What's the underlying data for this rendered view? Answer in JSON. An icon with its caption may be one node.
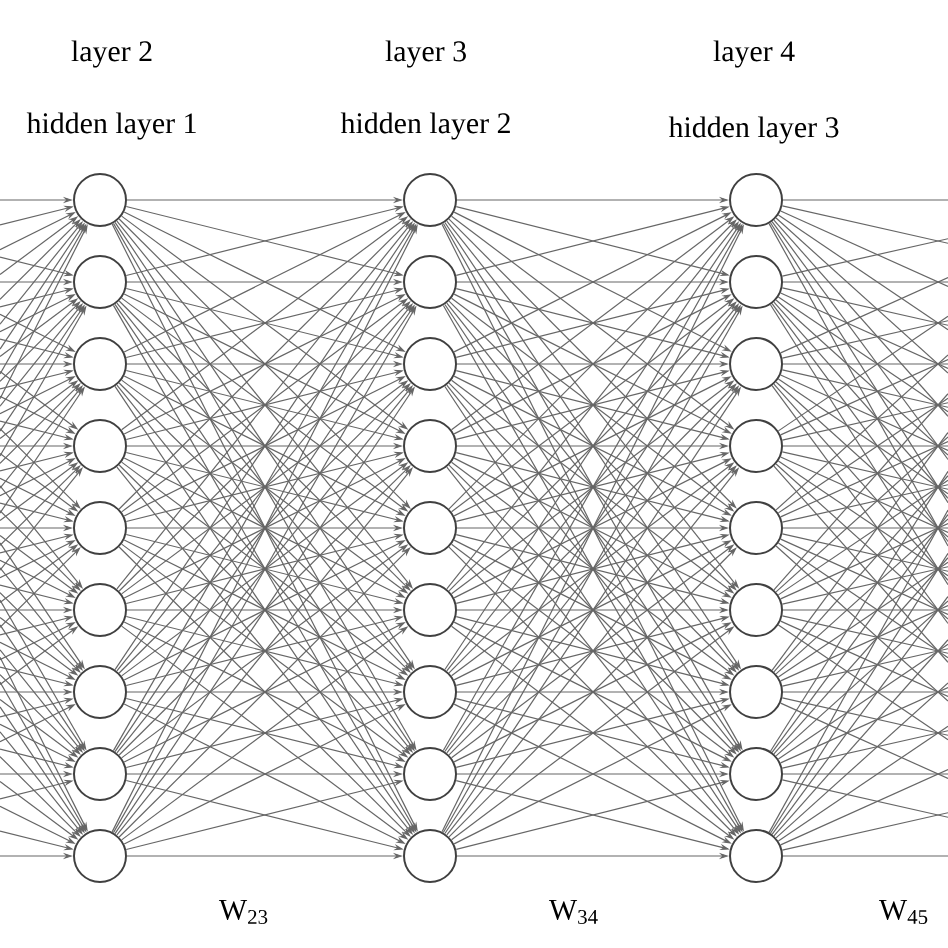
{
  "diagram": {
    "nodes": [
      {
        "text": [],
        "shape": "circle"
      },
      {
        "text": [],
        "shape": "circle"
      },
      {
        "text": [],
        "shape": "circle"
      },
      {
        "text": [],
        "shape": "circle"
      },
      {
        "text": [],
        "shape": "circle"
      },
      {
        "text": [],
        "shape": "circle"
      },
      {
        "text": [],
        "shape": "circle"
      },
      {
        "text": [],
        "shape": "circle"
      },
      {
        "text": [],
        "shape": "circle"
      },
      {
        "text": [],
        "shape": "circle"
      },
      {
        "text": [],
        "shape": "circle"
      },
      {
        "text": [],
        "shape": "circle"
      },
      {
        "text": [],
        "shape": "circle"
      },
      {
        "text": [],
        "shape": "circle"
      },
      {
        "text": [],
        "shape": "circle"
      },
      {
        "text": [],
        "shape": "circle"
      },
      {
        "text": [],
        "shape": "circle"
      },
      {
        "text": [],
        "shape": "circle"
      },
      {
        "text": [],
        "shape": "circle"
      },
      {
        "text": [],
        "shape": "circle"
      },
      {
        "text": [],
        "shape": "circle"
      },
      {
        "text": [],
        "shape": "circle"
      },
      {
        "text": [],
        "shape": "circle"
      },
      {
        "text": [],
        "shape": "circle"
      },
      {
        "text": [],
        "shape": "circle"
      },
      {
        "text": [],
        "shape": "circle"
      },
      {
        "text": [],
        "shape": "circle"
      }
    ],
    "edges": [
      {
        "from": null,
        "to": 0,
        "arrow": "to"
      },
      {
        "from": null,
        "to": 0,
        "arrow": "to"
      },
      {
        "from": null,
        "to": 0,
        "arrow": "to"
      },
      {
        "from": null,
        "to": 0,
        "arrow": "to"
      },
      {
        "from": null,
        "to": 0,
        "arrow": "to"
      },
      {
        "from": null,
        "to": 0,
        "arrow": "to"
      },
      {
        "from": null,
        "to": 0,
        "arrow": "to"
      },
      {
        "from": null,
        "to": 0,
        "arrow": "to"
      },
      {
        "from": null,
        "to": 0,
        "arrow": "to"
      },
      {
        "from": null,
        "to": 1,
        "arrow": "to"
      },
      {
        "from": null,
        "to": 1,
        "arrow": "to"
      },
      {
        "from": null,
        "to": 1,
        "arrow": "to"
      },
      {
        "from": null,
        "to": 1,
        "arrow": "to"
      },
      {
        "from": null,
        "to": 1,
        "arrow": "to"
      },
      {
        "from": null,
        "to": 1,
        "arrow": "to"
      },
      {
        "from": null,
        "to": 1,
        "arrow": "to"
      },
      {
        "from": null,
        "to": 1,
        "arrow": "to"
      },
      {
        "from": null,
        "to": 1,
        "arrow": "to"
      },
      {
        "from": null,
        "to": 2,
        "arrow": "to"
      },
      {
        "from": null,
        "to": 2,
        "arrow": "to"
      },
      {
        "from": null,
        "to": 2,
        "arrow": "to"
      },
      {
        "from": null,
        "to": 2,
        "arrow": "to"
      },
      {
        "from": null,
        "to": 2,
        "arrow": "to"
      },
      {
        "from": null,
        "to": 2,
        "arrow": "to"
      },
      {
        "from": null,
        "to": 2,
        "arrow": "to"
      },
      {
        "from": null,
        "to": 2,
        "arrow": "to"
      },
      {
        "from": null,
        "to": 2,
        "arrow": "to"
      },
      {
        "from": null,
        "to": 3,
        "arrow": "to"
      },
      {
        "from": null,
        "to": 3,
        "arrow": "to"
      },
      {
        "from": null,
        "to": 3,
        "arrow": "to"
      },
      {
        "from": null,
        "to": 3,
        "arrow": "to"
      },
      {
        "from": null,
        "to": 3,
        "arrow": "to"
      },
      {
        "from": null,
        "to": 3,
        "arrow": "to"
      },
      {
        "from": null,
        "to": 3,
        "arrow": "to"
      },
      {
        "from": null,
        "to": 3,
        "arrow": "to"
      },
      {
        "from": null,
        "to": 3,
        "arrow": "to"
      },
      {
        "from": null,
        "to": 4,
        "arrow": "to"
      },
      {
        "from": null,
        "to": 4,
        "arrow": "to"
      },
      {
        "from": null,
        "to": 4,
        "arrow": "to"
      },
      {
        "from": null,
        "to": 4,
        "arrow": "to"
      },
      {
        "from": null,
        "to": 4,
        "arrow": "to"
      },
      {
        "from": null,
        "to": 4,
        "arrow": "to"
      },
      {
        "from": null,
        "to": 4,
        "arrow": "to"
      },
      {
        "from": null,
        "to": 4,
        "arrow": "to"
      },
      {
        "from": null,
        "to": 4,
        "arrow": "to"
      },
      {
        "from": null,
        "to": 5,
        "arrow": "to"
      },
      {
        "from": null,
        "to": 5,
        "arrow": "to"
      },
      {
        "from": null,
        "to": 5,
        "arrow": "to"
      },
      {
        "from": null,
        "to": 5,
        "arrow": "to"
      },
      {
        "from": null,
        "to": 5,
        "arrow": "to"
      },
      {
        "from": null,
        "to": 5,
        "arrow": "to"
      },
      {
        "from": null,
        "to": 5,
        "arrow": "to"
      },
      {
        "from": null,
        "to": 5,
        "arrow": "to"
      },
      {
        "from": null,
        "to": 5,
        "arrow": "to"
      },
      {
        "from": null,
        "to": 6,
        "arrow": "to"
      },
      {
        "from": null,
        "to": 6,
        "arrow": "to"
      },
      {
        "from": null,
        "to": 6,
        "arrow": "to"
      },
      {
        "from": null,
        "to": 6,
        "arrow": "to"
      },
      {
        "from": null,
        "to": 6,
        "arrow": "to"
      },
      {
        "from": null,
        "to": 6,
        "arrow": "to"
      },
      {
        "from": null,
        "to": 6,
        "arrow": "to"
      },
      {
        "from": null,
        "to": 6,
        "arrow": "to"
      },
      {
        "from": null,
        "to": 6,
        "arrow": "to"
      },
      {
        "from": null,
        "to": 7,
        "arrow": "to"
      },
      {
        "from": null,
        "to": 7,
        "arrow": "to"
      },
      {
        "from": null,
        "to": 7,
        "arrow": "to"
      },
      {
        "from": null,
        "to": 7,
        "arrow": "to"
      },
      {
        "from": null,
        "to": 7,
        "arrow": "to"
      },
      {
        "from": null,
        "to": 7,
        "arrow": "to"
      },
      {
        "from": null,
        "to": 7,
        "arrow": "to"
      },
      {
        "from": null,
        "to": 7,
        "arrow": "to"
      },
      {
        "from": null,
        "to": 7,
        "arrow": "to"
      },
      {
        "from": null,
        "to": 8,
        "arrow": "to"
      },
      {
        "from": null,
        "to": 8,
        "arrow": "to"
      },
      {
        "from": null,
        "to": 8,
        "arrow": "to"
      },
      {
        "from": null,
        "to": 8,
        "arrow": "to"
      },
      {
        "from": null,
        "to": 8,
        "arrow": "to"
      },
      {
        "from": null,
        "to": 8,
        "arrow": "to"
      },
      {
        "from": null,
        "to": 8,
        "arrow": "to"
      },
      {
        "from": null,
        "to": 8,
        "arrow": "to"
      },
      {
        "from": null,
        "to": 8,
        "arrow": "to"
      },
      {
        "from": 0,
        "to": 9,
        "arrow": "to"
      },
      {
        "from": 0,
        "to": 10,
        "arrow": "to"
      },
      {
        "from": 0,
        "to": 11,
        "arrow": "to"
      },
      {
        "from": 0,
        "to": 12,
        "arrow": "to"
      },
      {
        "from": 0,
        "to": 13,
        "arrow": "to"
      },
      {
        "from": 0,
        "to": 14,
        "arrow": "to"
      },
      {
        "from": 0,
        "to": 15,
        "arrow": "to"
      },
      {
        "from": 0,
        "to": 16,
        "arrow": "to"
      },
      {
        "from": 0,
        "to": 17,
        "arrow": "to"
      },
      {
        "from": 1,
        "to": 9,
        "arrow": "to"
      },
      {
        "from": 1,
        "to": 10,
        "arrow": "to"
      },
      {
        "from": 1,
        "to": 11,
        "arrow": "to"
      },
      {
        "from": 1,
        "to": 12,
        "arrow": "to"
      },
      {
        "from": 1,
        "to": 13,
        "arrow": "to"
      },
      {
        "from": 1,
        "to": 14,
        "arrow": "to"
      },
      {
        "from": 1,
        "to": 15,
        "arrow": "to"
      },
      {
        "from": 1,
        "to": 16,
        "arrow": "to"
      },
      {
        "from": 1,
        "to": 17,
        "arrow": "to"
      },
      {
        "from": 2,
        "to": 9,
        "arrow": "to"
      },
      {
        "from": 2,
        "to": 10,
        "arrow": "to"
      },
      {
        "from": 2,
        "to": 11,
        "arrow": "to"
      },
      {
        "from": 2,
        "to": 12,
        "arrow": "to"
      },
      {
        "from": 2,
        "to": 13,
        "arrow": "to"
      },
      {
        "from": 2,
        "to": 14,
        "arrow": "to"
      },
      {
        "from": 2,
        "to": 15,
        "arrow": "to"
      },
      {
        "from": 2,
        "to": 16,
        "arrow": "to"
      },
      {
        "from": 2,
        "to": 17,
        "arrow": "to"
      },
      {
        "from": 3,
        "to": 9,
        "arrow": "to"
      },
      {
        "from": 3,
        "to": 10,
        "arrow": "to"
      },
      {
        "from": 3,
        "to": 11,
        "arrow": "to"
      },
      {
        "from": 3,
        "to": 12,
        "arrow": "to"
      },
      {
        "from": 3,
        "to": 13,
        "arrow": "to"
      },
      {
        "from": 3,
        "to": 14,
        "arrow": "to"
      },
      {
        "from": 3,
        "to": 15,
        "arrow": "to"
      },
      {
        "from": 3,
        "to": 16,
        "arrow": "to"
      },
      {
        "from": 3,
        "to": 17,
        "arrow": "to"
      },
      {
        "from": 4,
        "to": 9,
        "arrow": "to"
      },
      {
        "from": 4,
        "to": 10,
        "arrow": "to"
      },
      {
        "from": 4,
        "to": 11,
        "arrow": "to"
      },
      {
        "from": 4,
        "to": 12,
        "arrow": "to"
      },
      {
        "from": 4,
        "to": 13,
        "arrow": "to"
      },
      {
        "from": 4,
        "to": 14,
        "arrow": "to"
      },
      {
        "from": 4,
        "to": 15,
        "arrow": "to"
      },
      {
        "from": 4,
        "to": 16,
        "arrow": "to"
      },
      {
        "from": 4,
        "to": 17,
        "arrow": "to"
      },
      {
        "from": 5,
        "to": 9,
        "arrow": "to"
      },
      {
        "from": 5,
        "to": 10,
        "arrow": "to"
      },
      {
        "from": 5,
        "to": 11,
        "arrow": "to"
      },
      {
        "from": 5,
        "to": 12,
        "arrow": "to"
      },
      {
        "from": 5,
        "to": 13,
        "arrow": "to"
      },
      {
        "from": 5,
        "to": 14,
        "arrow": "to"
      },
      {
        "from": 5,
        "to": 15,
        "arrow": "to"
      },
      {
        "from": 5,
        "to": 16,
        "arrow": "to"
      },
      {
        "from": 5,
        "to": 17,
        "arrow": "to"
      },
      {
        "from": 6,
        "to": 9,
        "arrow": "to"
      },
      {
        "from": 6,
        "to": 10,
        "arrow": "to"
      },
      {
        "from": 6,
        "to": 11,
        "arrow": "to"
      },
      {
        "from": 6,
        "to": 12,
        "arrow": "to"
      },
      {
        "from": 6,
        "to": 13,
        "arrow": "to"
      },
      {
        "from": 6,
        "to": 14,
        "arrow": "to"
      },
      {
        "from": 6,
        "to": 15,
        "arrow": "to"
      },
      {
        "from": 6,
        "to": 16,
        "arrow": "to"
      },
      {
        "from": 6,
        "to": 17,
        "arrow": "to"
      },
      {
        "from": 7,
        "to": 9,
        "arrow": "to"
      },
      {
        "from": 7,
        "to": 10,
        "arrow": "to"
      },
      {
        "from": 7,
        "to": 11,
        "arrow": "to"
      },
      {
        "from": 7,
        "to": 12,
        "arrow": "to"
      },
      {
        "from": 7,
        "to": 13,
        "arrow": "to"
      },
      {
        "from": 7,
        "to": 14,
        "arrow": "to"
      },
      {
        "from": 7,
        "to": 15,
        "arrow": "to"
      },
      {
        "from": 7,
        "to": 16,
        "arrow": "to"
      },
      {
        "from": 7,
        "to": 17,
        "arrow": "to"
      },
      {
        "from": 8,
        "to": 9,
        "arrow": "to"
      },
      {
        "from": 8,
        "to": 10,
        "arrow": "to"
      },
      {
        "from": 8,
        "to": 11,
        "arrow": "to"
      },
      {
        "from": 8,
        "to": 12,
        "arrow": "to"
      },
      {
        "from": 8,
        "to": 13,
        "arrow": "to"
      },
      {
        "from": 8,
        "to": 14,
        "arrow": "to"
      },
      {
        "from": 8,
        "to": 15,
        "arrow": "to"
      },
      {
        "from": 8,
        "to": 16,
        "arrow": "to"
      },
      {
        "from": 8,
        "to": 17,
        "arrow": "to"
      },
      {
        "from": 9,
        "to": 18,
        "arrow": "to"
      },
      {
        "from": 9,
        "to": 19,
        "arrow": "to"
      },
      {
        "from": 9,
        "to": 20,
        "arrow": "to"
      },
      {
        "from": 9,
        "to": 21,
        "arrow": "to"
      },
      {
        "from": 9,
        "to": 22,
        "arrow": "to"
      },
      {
        "from": 9,
        "to": 23,
        "arrow": "to"
      },
      {
        "from": 9,
        "to": 24,
        "arrow": "to"
      },
      {
        "from": 9,
        "to": 25,
        "arrow": "to"
      },
      {
        "from": 9,
        "to": 26,
        "arrow": "to"
      },
      {
        "from": 10,
        "to": 18,
        "arrow": "to"
      },
      {
        "from": 10,
        "to": 19,
        "arrow": "to"
      },
      {
        "from": 10,
        "to": 20,
        "arrow": "to"
      },
      {
        "from": 10,
        "to": 21,
        "arrow": "to"
      },
      {
        "from": 10,
        "to": 22,
        "arrow": "to"
      },
      {
        "from": 10,
        "to": 23,
        "arrow": "to"
      },
      {
        "from": 10,
        "to": 24,
        "arrow": "to"
      },
      {
        "from": 10,
        "to": 25,
        "arrow": "to"
      },
      {
        "from": 10,
        "to": 26,
        "arrow": "to"
      },
      {
        "from": 11,
        "to": 18,
        "arrow": "to"
      },
      {
        "from": 11,
        "to": 19,
        "arrow": "to"
      },
      {
        "from": 11,
        "to": 20,
        "arrow": "to"
      },
      {
        "from": 11,
        "to": 21,
        "arrow": "to"
      },
      {
        "from": 11,
        "to": 22,
        "arrow": "to"
      },
      {
        "from": 11,
        "to": 23,
        "arrow": "to"
      },
      {
        "from": 11,
        "to": 24,
        "arrow": "to"
      },
      {
        "from": 11,
        "to": 25,
        "arrow": "to"
      },
      {
        "from": 11,
        "to": 26,
        "arrow": "to"
      },
      {
        "from": 12,
        "to": 18,
        "arrow": "to"
      },
      {
        "from": 12,
        "to": 19,
        "arrow": "to"
      },
      {
        "from": 12,
        "to": 20,
        "arrow": "to"
      },
      {
        "from": 12,
        "to": 21,
        "arrow": "to"
      },
      {
        "from": 12,
        "to": 22,
        "arrow": "to"
      },
      {
        "from": 12,
        "to": 23,
        "arrow": "to"
      },
      {
        "from": 12,
        "to": 24,
        "arrow": "to"
      },
      {
        "from": 12,
        "to": 25,
        "arrow": "to"
      },
      {
        "from": 12,
        "to": 26,
        "arrow": "to"
      },
      {
        "from": 13,
        "to": 18,
        "arrow": "to"
      },
      {
        "from": 13,
        "to": 19,
        "arrow": "to"
      },
      {
        "from": 13,
        "to": 20,
        "arrow": "to"
      },
      {
        "from": 13,
        "to": 21,
        "arrow": "to"
      },
      {
        "from": 13,
        "to": 22,
        "arrow": "to"
      },
      {
        "from": 13,
        "to": 23,
        "arrow": "to"
      },
      {
        "from": 13,
        "to": 24,
        "arrow": "to"
      },
      {
        "from": 13,
        "to": 25,
        "arrow": "to"
      },
      {
        "from": 13,
        "to": 26,
        "arrow": "to"
      },
      {
        "from": 14,
        "to": 18,
        "arrow": "to"
      },
      {
        "from": 14,
        "to": 19,
        "arrow": "to"
      },
      {
        "from": 14,
        "to": 20,
        "arrow": "to"
      },
      {
        "from": 14,
        "to": 21,
        "arrow": "to"
      },
      {
        "from": 14,
        "to": 22,
        "arrow": "to"
      },
      {
        "from": 14,
        "to": 23,
        "arrow": "to"
      },
      {
        "from": 14,
        "to": 24,
        "arrow": "to"
      },
      {
        "from": 14,
        "to": 25,
        "arrow": "to"
      },
      {
        "from": 14,
        "to": 26,
        "arrow": "to"
      },
      {
        "from": 15,
        "to": 18,
        "arrow": "to"
      },
      {
        "from": 15,
        "to": 19,
        "arrow": "to"
      },
      {
        "from": 15,
        "to": 20,
        "arrow": "to"
      },
      {
        "from": 15,
        "to": 21,
        "arrow": "to"
      },
      {
        "from": 15,
        "to": 22,
        "arrow": "to"
      },
      {
        "from": 15,
        "to": 23,
        "arrow": "to"
      },
      {
        "from": 15,
        "to": 24,
        "arrow": "to"
      },
      {
        "from": 15,
        "to": 25,
        "arrow": "to"
      },
      {
        "from": 15,
        "to": 26,
        "arrow": "to"
      },
      {
        "from": 16,
        "to": 18,
        "arrow": "to"
      },
      {
        "from": 16,
        "to": 19,
        "arrow": "to"
      },
      {
        "from": 16,
        "to": 20,
        "arrow": "to"
      },
      {
        "from": 16,
        "to": 21,
        "arrow": "to"
      },
      {
        "from": 16,
        "to": 22,
        "arrow": "to"
      },
      {
        "from": 16,
        "to": 23,
        "arrow": "to"
      },
      {
        "from": 16,
        "to": 24,
        "arrow": "to"
      },
      {
        "from": 16,
        "to": 25,
        "arrow": "to"
      },
      {
        "from": 16,
        "to": 26,
        "arrow": "to"
      },
      {
        "from": 17,
        "to": 18,
        "arrow": "to"
      },
      {
        "from": 17,
        "to": 19,
        "arrow": "to"
      },
      {
        "from": 17,
        "to": 20,
        "arrow": "to"
      },
      {
        "from": 17,
        "to": 21,
        "arrow": "to"
      },
      {
        "from": 17,
        "to": 22,
        "arrow": "to"
      },
      {
        "from": 17,
        "to": 23,
        "arrow": "to"
      },
      {
        "from": 17,
        "to": 24,
        "arrow": "to"
      },
      {
        "from": 17,
        "to": 25,
        "arrow": "to"
      },
      {
        "from": 17,
        "to": 26,
        "arrow": "to"
      },
      {
        "from": 18,
        "to": null,
        "arrow": "none"
      },
      {
        "from": 18,
        "to": null,
        "arrow": "none"
      },
      {
        "from": 18,
        "to": null,
        "arrow": "none"
      },
      {
        "from": 18,
        "to": null,
        "arrow": "none"
      },
      {
        "from": 18,
        "to": null,
        "arrow": "none"
      },
      {
        "from": 18,
        "to": null,
        "arrow": "none"
      },
      {
        "from": 18,
        "to": null,
        "arrow": "none"
      },
      {
        "from": 18,
        "to": null,
        "arrow": "none"
      },
      {
        "from": 18,
        "to": null,
        "arrow": "none"
      },
      {
        "from": 19,
        "to": null,
        "arrow": "none"
      },
      {
        "from": 19,
        "to": null,
        "arrow": "none"
      },
      {
        "from": 19,
        "to": null,
        "arrow": "none"
      },
      {
        "from": 19,
        "to": null,
        "arrow": "none"
      },
      {
        "from": 19,
        "to": null,
        "arrow": "none"
      },
      {
        "from": 19,
        "to": null,
        "arrow": "none"
      },
      {
        "from": 19,
        "to": null,
        "arrow": "none"
      },
      {
        "from": 19,
        "to": null,
        "arrow": "none"
      },
      {
        "from": 19,
        "to": null,
        "arrow": "none"
      },
      {
        "from": 20,
        "to": null,
        "arrow": "none"
      },
      {
        "from": 20,
        "to": null,
        "arrow": "none"
      },
      {
        "from": 20,
        "to": null,
        "arrow": "none"
      },
      {
        "from": 20,
        "to": null,
        "arrow": "none"
      },
      {
        "from": 20,
        "to": null,
        "arrow": "none"
      },
      {
        "from": 20,
        "to": null,
        "arrow": "none"
      },
      {
        "from": 20,
        "to": null,
        "arrow": "none"
      },
      {
        "from": 20,
        "to": null,
        "arrow": "none"
      },
      {
        "from": 20,
        "to": null,
        "arrow": "none"
      },
      {
        "from": 21,
        "to": null,
        "arrow": "none"
      },
      {
        "from": 21,
        "to": null,
        "arrow": "none"
      },
      {
        "from": 21,
        "to": null,
        "arrow": "none"
      },
      {
        "from": 21,
        "to": null,
        "arrow": "none"
      },
      {
        "from": 21,
        "to": null,
        "arrow": "none"
      },
      {
        "from": 21,
        "to": null,
        "arrow": "none"
      },
      {
        "from": 21,
        "to": null,
        "arrow": "none"
      },
      {
        "from": 21,
        "to": null,
        "arrow": "none"
      },
      {
        "from": 21,
        "to": null,
        "arrow": "none"
      },
      {
        "from": 22,
        "to": null,
        "arrow": "none"
      },
      {
        "from": 22,
        "to": null,
        "arrow": "none"
      },
      {
        "from": 22,
        "to": null,
        "arrow": "none"
      },
      {
        "from": 22,
        "to": null,
        "arrow": "none"
      },
      {
        "from": 22,
        "to": null,
        "arrow": "none"
      },
      {
        "from": 22,
        "to": null,
        "arrow": "none"
      },
      {
        "from": 22,
        "to": null,
        "arrow": "none"
      },
      {
        "from": 22,
        "to": null,
        "arrow": "none"
      },
      {
        "from": 22,
        "to": null,
        "arrow": "none"
      },
      {
        "from": 23,
        "to": null,
        "arrow": "none"
      },
      {
        "from": 23,
        "to": null,
        "arrow": "none"
      },
      {
        "from": 23,
        "to": null,
        "arrow": "none"
      },
      {
        "from": 23,
        "to": null,
        "arrow": "none"
      },
      {
        "from": 23,
        "to": null,
        "arrow": "none"
      },
      {
        "from": 23,
        "to": null,
        "arrow": "none"
      },
      {
        "from": 23,
        "to": null,
        "arrow": "none"
      },
      {
        "from": 23,
        "to": null,
        "arrow": "none"
      },
      {
        "from": 23,
        "to": null,
        "arrow": "none"
      },
      {
        "from": 24,
        "to": null,
        "arrow": "none"
      },
      {
        "from": 24,
        "to": null,
        "arrow": "none"
      },
      {
        "from": 24,
        "to": null,
        "arrow": "none"
      },
      {
        "from": 24,
        "to": null,
        "arrow": "none"
      },
      {
        "from": 24,
        "to": null,
        "arrow": "none"
      },
      {
        "from": 24,
        "to": null,
        "arrow": "none"
      },
      {
        "from": 24,
        "to": null,
        "arrow": "none"
      },
      {
        "from": 24,
        "to": null,
        "arrow": "none"
      },
      {
        "from": 24,
        "to": null,
        "arrow": "none"
      },
      {
        "from": 25,
        "to": null,
        "arrow": "none"
      },
      {
        "from": 25,
        "to": null,
        "arrow": "none"
      },
      {
        "from": 25,
        "to": null,
        "arrow": "none"
      },
      {
        "from": 25,
        "to": null,
        "arrow": "none"
      },
      {
        "from": 25,
        "to": null,
        "arrow": "none"
      },
      {
        "from": 25,
        "to": null,
        "arrow": "none"
      },
      {
        "from": 25,
        "to": null,
        "arrow": "none"
      },
      {
        "from": 25,
        "to": null,
        "arrow": "none"
      },
      {
        "from": 25,
        "to": null,
        "arrow": "none"
      },
      {
        "from": 26,
        "to": null,
        "arrow": "none"
      },
      {
        "from": 26,
        "to": null,
        "arrow": "none"
      },
      {
        "from": 26,
        "to": null,
        "arrow": "none"
      },
      {
        "from": 26,
        "to": null,
        "arrow": "none"
      },
      {
        "from": 26,
        "to": null,
        "arrow": "none"
      },
      {
        "from": 26,
        "to": null,
        "arrow": "none"
      },
      {
        "from": 26,
        "to": null,
        "arrow": "none"
      },
      {
        "from": 26,
        "to": null,
        "arrow": "none"
      },
      {
        "from": 26,
        "to": null,
        "arrow": "none"
      }
    ],
    "labels": [
      "layer 2",
      "hidden layer 1",
      "layer 3",
      "hidden layer 2",
      "layer 4",
      "hidden layer 3",
      "W$_{23}$",
      "W$_{34}$",
      "W$_{45}$"
    ]
  }
}
